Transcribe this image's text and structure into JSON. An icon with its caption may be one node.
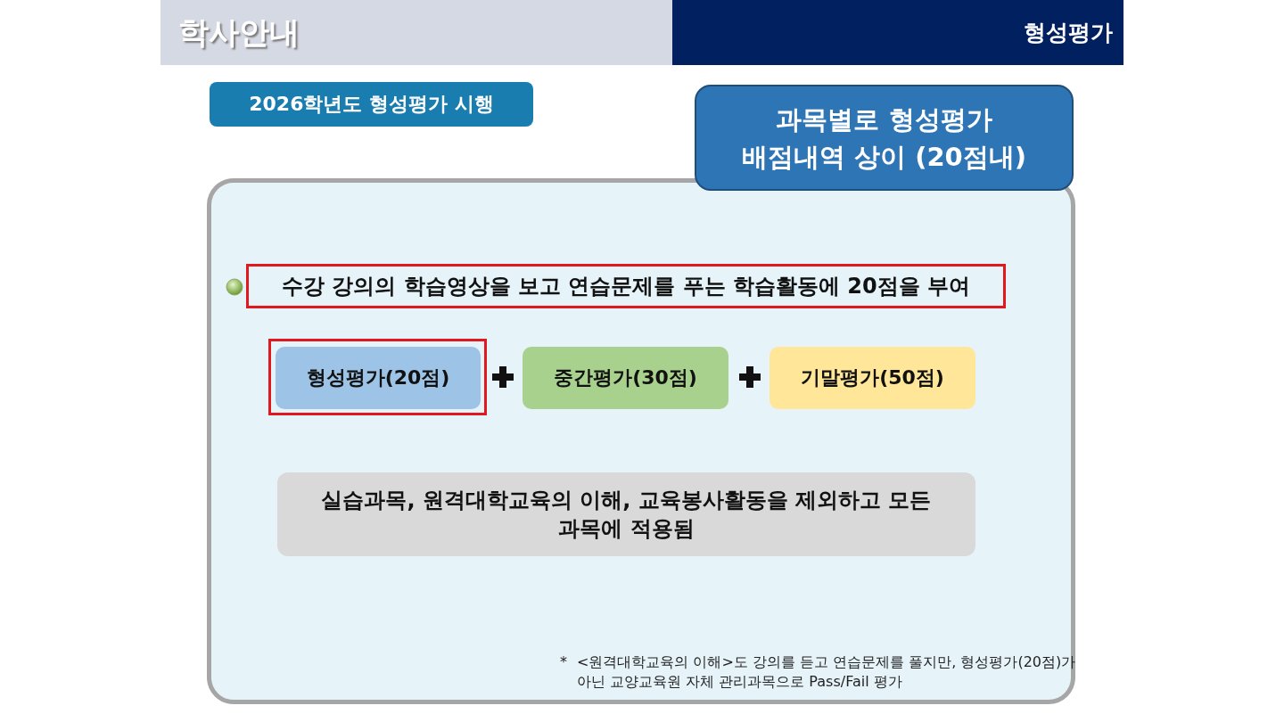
{
  "diagram": {
    "nodes": [
      {
        "text": [
          "학사안내"
        ]
      },
      {
        "text": [
          "형성평가"
        ]
      },
      {
        "text": [
          "2026학년도 형성평가 시행"
        ]
      },
      {
        "text": [
          "과목별로 형성평가 배점내역 상이 (20점내)"
        ]
      },
      {
        "text": [],
        "shape": "box"
      },
      {
        "text": [
          "수강 강의의 학습영상을 보고 연습문제를 푸는 학습활동에 20점을 부여"
        ],
        "in": 4
      },
      {
        "text": [
          "형성평가(20점)"
        ],
        "in": 4
      },
      {
        "text": [
          "중간평가(30점)"
        ],
        "in": 4
      },
      {
        "text": [
          "기말평가(50점)"
        ],
        "in": 4
      },
      {
        "text": [
          "실습과목, 원격대학교육의 이해, 교육봉사활동을 제외하고 모든 과목에 적용됨"
        ],
        "in": 4
      }
    ],
    "labels": [
      "*",
      "<원격대학교육의 이해>도 강의를 듣고 연습문제를 풀지만, 형성평가(20점)가 아닌 교양교육원 자체 관리과목으로 Pass/Fail 평가"
    ]
  }
}
